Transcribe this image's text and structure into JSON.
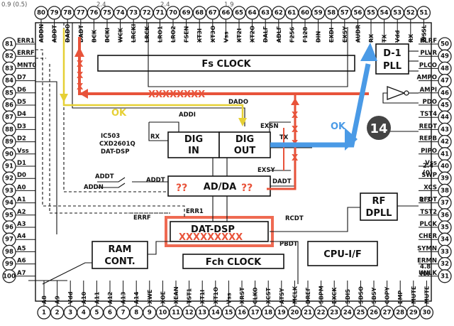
{
  "top_pins": [
    {
      "num": "80",
      "label": "ADDN"
    },
    {
      "num": "79",
      "label": "ADDT"
    },
    {
      "num": "78",
      "label": "DADO"
    },
    {
      "num": "77",
      "label": "DADT"
    },
    {
      "num": "76",
      "label": "BCK"
    },
    {
      "num": "75",
      "label": "BCKI"
    },
    {
      "num": "74",
      "label": "WCK"
    },
    {
      "num": "73",
      "label": "LRCKI"
    },
    {
      "num": "72",
      "label": "LRCK"
    },
    {
      "num": "71",
      "label": "LRO1"
    },
    {
      "num": "70",
      "label": "LRO2"
    },
    {
      "num": "69",
      "label": "FSEN"
    },
    {
      "num": "68",
      "label": "XT3I"
    },
    {
      "num": "67",
      "label": "XT3O"
    },
    {
      "num": "66",
      "label": "Vss"
    },
    {
      "num": "65",
      "label": "XT2I"
    },
    {
      "num": "64",
      "label": "XT2O"
    },
    {
      "num": "63",
      "label": "DALF"
    },
    {
      "num": "62",
      "label": "ADLF"
    },
    {
      "num": "61",
      "label": "F256"
    },
    {
      "num": "60",
      "label": "F128"
    },
    {
      "num": "59",
      "label": "DIN"
    },
    {
      "num": "58",
      "label": "EXDI"
    },
    {
      "num": "57",
      "label": "EXSY"
    },
    {
      "num": "56",
      "label": "AUDR"
    },
    {
      "num": "55",
      "label": "RX"
    },
    {
      "num": "54",
      "label": "TX"
    },
    {
      "num": "53",
      "label": "Vdd"
    },
    {
      "num": "52",
      "label": "RX"
    },
    {
      "num": "51",
      "label": "WSSL"
    }
  ],
  "top_voltages": [
    "0.9 (0.5)",
    "2.4",
    "2.4",
    "1.9"
  ],
  "left_pins": [
    {
      "num": "81",
      "label": "ERR1"
    },
    {
      "num": "82",
      "label": "ERRF"
    },
    {
      "num": "83",
      "label": "MNT0"
    },
    {
      "num": "84",
      "label": "D7"
    },
    {
      "num": "85",
      "label": "D6"
    },
    {
      "num": "86",
      "label": "D5"
    },
    {
      "num": "87",
      "label": "D4"
    },
    {
      "num": "88",
      "label": "D3"
    },
    {
      "num": "89",
      "label": "D2"
    },
    {
      "num": "90",
      "label": "Vss"
    },
    {
      "num": "91",
      "label": "D1"
    },
    {
      "num": "92",
      "label": "D0"
    },
    {
      "num": "93",
      "label": "A0"
    },
    {
      "num": "94",
      "label": "A1"
    },
    {
      "num": "95",
      "label": "A2"
    },
    {
      "num": "96",
      "label": "A3"
    },
    {
      "num": "97",
      "label": "A4"
    },
    {
      "num": "98",
      "label": "A5"
    },
    {
      "num": "99",
      "label": "A6"
    },
    {
      "num": "100",
      "label": "A7"
    }
  ],
  "right_pins": [
    {
      "num": "50",
      "label": "PLRF"
    },
    {
      "num": "49",
      "label": "PLVR"
    },
    {
      "num": "48",
      "label": "PLCO"
    },
    {
      "num": "47",
      "label": "AMPO"
    },
    {
      "num": "46",
      "label": "AMPI"
    },
    {
      "num": "45",
      "label": "PDO"
    },
    {
      "num": "44",
      "label": "TST4"
    },
    {
      "num": "43",
      "label": "REDT"
    },
    {
      "num": "42",
      "label": "REPB"
    },
    {
      "num": "41",
      "label": "PIPO"
    },
    {
      "num": "40",
      "label": "Vss"
    },
    {
      "num": "39",
      "label": "SWP"
    },
    {
      "num": "38",
      "label": "XCS"
    },
    {
      "num": "37",
      "label": "RFDT"
    },
    {
      "num": "36",
      "label": "TST2"
    },
    {
      "num": "35",
      "label": "PLCK"
    },
    {
      "num": "34",
      "label": "CHER"
    },
    {
      "num": "33",
      "label": "SYMN"
    },
    {
      "num": "32",
      "label": "ERMN"
    },
    {
      "num": "31",
      "label": "UNLK"
    }
  ],
  "bottom_pins": [
    {
      "num": "1",
      "label": "A8"
    },
    {
      "num": "2",
      "label": "A9"
    },
    {
      "num": "3",
      "label": "Vdd"
    },
    {
      "num": "4",
      "label": "A10"
    },
    {
      "num": "5",
      "label": "A11"
    },
    {
      "num": "6",
      "label": "A12"
    },
    {
      "num": "7",
      "label": "A13"
    },
    {
      "num": "8",
      "label": "A14"
    },
    {
      "num": "9",
      "label": "XWE"
    },
    {
      "num": "10",
      "label": "XOE"
    },
    {
      "num": "11",
      "label": "XEAN"
    },
    {
      "num": "12",
      "label": "TST1"
    },
    {
      "num": "13",
      "label": "XT1I"
    },
    {
      "num": "14",
      "label": "XT1O"
    },
    {
      "num": "15",
      "label": "Vss"
    },
    {
      "num": "16",
      "label": "XRST"
    },
    {
      "num": "17",
      "label": "CLKO"
    },
    {
      "num": "18",
      "label": "XCST"
    },
    {
      "num": "19",
      "label": "ATSY"
    },
    {
      "num": "20",
      "label": "MCLK"
    },
    {
      "num": "21",
      "label": "DREF"
    },
    {
      "num": "22",
      "label": "SBPM"
    },
    {
      "num": "23",
      "label": "EXCK"
    },
    {
      "num": "24",
      "label": "SDIS"
    },
    {
      "num": "25",
      "label": "SDSO"
    },
    {
      "num": "26",
      "label": "SBSY"
    },
    {
      "num": "27",
      "label": "COPY"
    },
    {
      "num": "28",
      "label": "EMP"
    },
    {
      "num": "29",
      "label": "MUTE"
    },
    {
      "num": "30",
      "label": "MUTE"
    }
  ],
  "right_voltages": [
    "2.4",
    "(0)",
    "2.3",
    "4.8",
    "(0)"
  ],
  "blocks": {
    "fs_clock": "Fs  CLOCK",
    "dig_in": [
      "DIG",
      "IN"
    ],
    "dig_out": [
      "DIG",
      "OUT"
    ],
    "adda": "AD/DA",
    "dat_dsp": "DAT-DSP",
    "ram": [
      "RAM",
      "CONT."
    ],
    "fch_clock": "Fch  CLOCK",
    "cpu": "CPU-I/F",
    "rf_dpll": [
      "RF",
      "DPLL"
    ],
    "d1_pll": [
      "D-1",
      "PLL"
    ]
  },
  "ic_label": [
    "IC503",
    "CXD2601Q",
    "DAT-DSP"
  ],
  "signals": {
    "dado": "DADO",
    "addi": "ADDI",
    "rx": "RX",
    "exsn": "EXSN",
    "tx": "TX",
    "exsy": "EXSY",
    "addt_l": "ADDT",
    "addn": "ADDN",
    "addt_r": "ADDT",
    "dadt": "DADT",
    "errf": "ERRF",
    "err1": "ERR1",
    "rcdt": "RCDT",
    "pbdt": "PBDT"
  },
  "annotations": {
    "ok_yellow": "OK",
    "ok_blue": "OK",
    "step": "14",
    "x_row": "XXXXXXXX",
    "x_dsp": "XXXXXXXXX",
    "q_left": "??",
    "q_right": "??",
    "x_mark": "X"
  },
  "colors": {
    "red": "#e8533a",
    "yellow": "#e6d035",
    "blue": "#4a9ae6",
    "dsp_box": "#ef6a52"
  }
}
